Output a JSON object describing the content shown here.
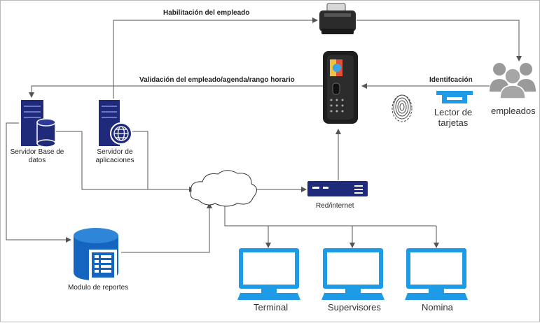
{
  "edges": {
    "enable_employee": "Habilitación del empleado",
    "validation": "Validación del empleado/agenda/rango horario",
    "identification": "Identifcación"
  },
  "nodes": {
    "db_server": "Servidor Base de\ndatos",
    "app_server": "Servidor de\naplicaciones",
    "network": "Red/internet",
    "reports": "Modulo de reportes",
    "card_reader": "Lector de\ntarjetas",
    "employees": "empleados",
    "terminal": "Terminal",
    "supervisors": "Supervisores",
    "payroll": "Nomina"
  },
  "colors": {
    "server_blue": "#1f2a7a",
    "azure_blue": "#1565c0",
    "monitor_blue": "#1e9be6",
    "people_gray": "#9a9a9a",
    "line_gray": "#555555"
  }
}
